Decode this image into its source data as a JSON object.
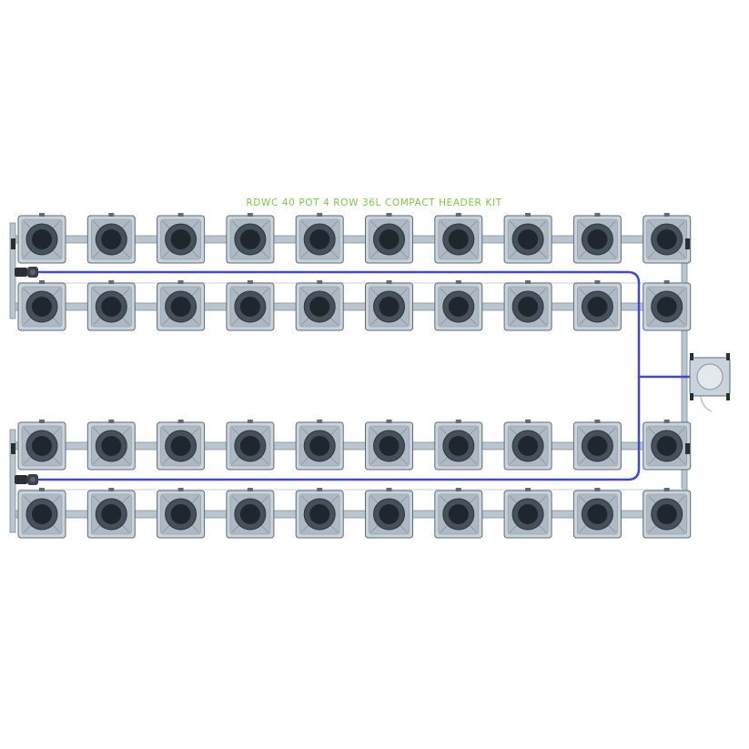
{
  "diagram": {
    "title": "RDWC 40 POT 4 ROW 36L COMPACT HEADER KIT",
    "pots_per_row": 10,
    "row_count": 4,
    "colors": {
      "title": "#7ec84a",
      "pot_body": "#c9d3db",
      "pot_edge": "#5f6b76",
      "pot_inner": "#aeb9c3",
      "pot_lid": "#45505a",
      "pot_core": "#1f262d",
      "pipe": "#b9c6cf",
      "pipe_edge": "#7f8e99",
      "blue_line": "#3e48d1",
      "valve": "#2a2f36"
    },
    "icons": {
      "pot": "pot-square-icon",
      "header_tank": "header-tank-icon",
      "valve": "valve-connector-icon"
    }
  }
}
